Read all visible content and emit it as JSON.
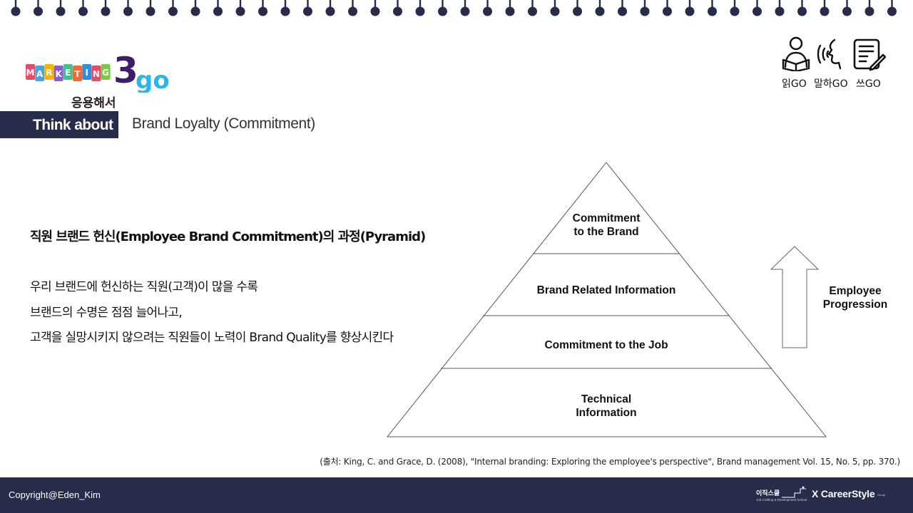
{
  "colors": {
    "navy": "#272c4b",
    "logo_purple": "#3d1d6b",
    "logo_cyan": "#29b6e8",
    "logo_tile_colors": [
      "#e84a6a",
      "#4aa3df",
      "#f4b400",
      "#8e5ccf",
      "#3ec28f",
      "#f06a35",
      "#2f8ee0",
      "#e84a6a",
      "#7ac943"
    ]
  },
  "header": {
    "logo": {
      "word": "MARKETING",
      "number": "3",
      "suffix": "go",
      "subtitle": "응용해서"
    },
    "think_label": "Think about",
    "slide_title": "Brand Loyalty (Commitment)",
    "top_icons": [
      {
        "icon": "reading-person-icon",
        "label": "읽GO"
      },
      {
        "icon": "speaking-face-icon",
        "label": "말하GO"
      },
      {
        "icon": "writing-notepad-icon",
        "label": "쓰GO"
      }
    ]
  },
  "content": {
    "section_heading": "직원 브랜드 헌신(Employee Brand Commitment)의 과정(Pyramid)",
    "body_lines": [
      "우리 브랜드에 헌신하는 직원(고객)이 많을 수록",
      "브랜드의 수명은 점점 늘어나고,",
      "고객을 실망시키지 않으려는 직원들이 노력이 Brand Quality를 향상시킨다"
    ]
  },
  "diagram": {
    "tiers_top_to_bottom": [
      "Commitment\nto the Brand",
      "Brand Related Information",
      "Commitment to the Job",
      "Technical\nInformation"
    ],
    "arrow_label": "Employee\nProgression"
  },
  "source": "(출처: King, C. and Grace, D. (2008), \"Internal branding: Exploring the employee's perspective\", Brand management Vol. 15, No. 5, pp. 370.)",
  "footer": {
    "copyright": "Copyright@Eden_Kim",
    "school_name": "이직스쿨",
    "school_tagline": "Job Crafting & Development School",
    "partner": "X CareerStyle",
    "partner_suffix": "Group"
  }
}
